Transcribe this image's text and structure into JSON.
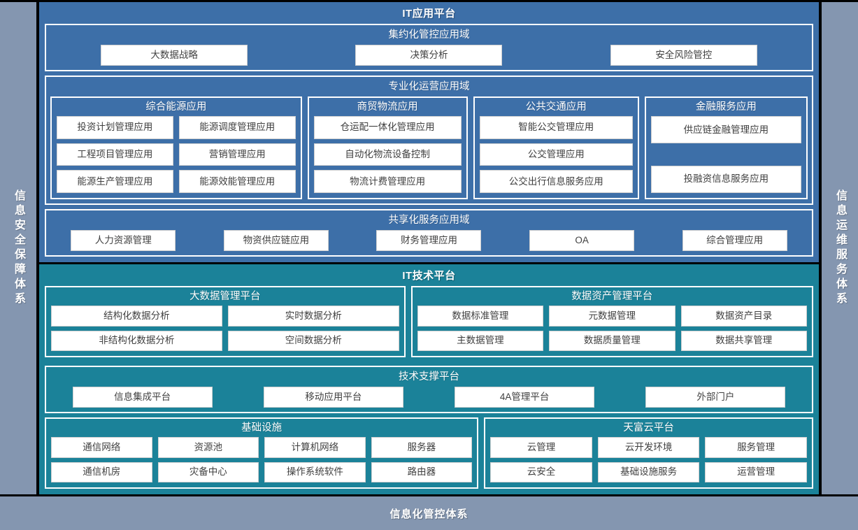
{
  "left_rail": {
    "label": "信息安全保障体系"
  },
  "right_rail": {
    "label": "信息运维服务体系"
  },
  "bottom_banner": {
    "label": "信息化管控体系"
  },
  "colors": {
    "page_background": "#8496b0",
    "application_platform": "#3d6fa8",
    "technology_platform": "#1b8299",
    "chip_background": "#ffffff",
    "chip_text": "#404040",
    "border": "#ffffff",
    "outline": "#000000"
  },
  "application_platform": {
    "title": "IT应用平台",
    "domains": [
      {
        "title": "集约化管控应用域",
        "items": [
          "大数据战略",
          "决策分析",
          "安全风险管控"
        ]
      },
      {
        "title": "专业化运营应用域",
        "groups": [
          {
            "title": "综合能源应用",
            "columns": 2,
            "items": [
              "投资计划管理应用",
              "能源调度管理应用",
              "工程项目管理应用",
              "营销管理应用",
              "能源生产管理应用",
              "能源效能管理应用"
            ]
          },
          {
            "title": "商贸物流应用",
            "columns": 1,
            "items": [
              "仓运配一体化管理应用",
              "自动化物流设备控制",
              "物流计费管理应用"
            ]
          },
          {
            "title": "公共交通应用",
            "columns": 1,
            "items": [
              "智能公交管理应用",
              "公交管理应用",
              "公交出行信息服务应用"
            ]
          },
          {
            "title": "金融服务应用",
            "columns": 1,
            "items": [
              "供应链金融管理应用",
              "",
              "投融资信息服务应用"
            ]
          }
        ]
      },
      {
        "title": "共享化服务应用域",
        "items": [
          "人力资源管理",
          "物资供应链应用",
          "财务管理应用",
          "OA",
          "综合管理应用"
        ]
      }
    ]
  },
  "technology_platform": {
    "title": "IT技术平台",
    "domains": [
      {
        "groups": [
          {
            "title": "大数据管理平台",
            "columns": 2,
            "items": [
              "结构化数据分析",
              "实时数据分析",
              "非结构化数据分析",
              "空间数据分析"
            ]
          },
          {
            "title": "数据资产管理平台",
            "columns": 3,
            "items": [
              "数据标准管理",
              "元数据管理",
              "数据资产目录",
              "主数据管理",
              "数据质量管理",
              "数据共享管理"
            ]
          }
        ]
      },
      {
        "title": "技术支撑平台",
        "items": [
          "信息集成平台",
          "移动应用平台",
          "4A管理平台",
          "外部门户"
        ]
      },
      {
        "groups": [
          {
            "title": "基础设施",
            "columns": 4,
            "items": [
              "通信网络",
              "资源池",
              "计算机网络",
              "服务器",
              "通信机房",
              "灾备中心",
              "操作系统软件",
              "路由器"
            ]
          },
          {
            "title": "天富云平台",
            "columns": 3,
            "items": [
              "云管理",
              "云开发环境",
              "服务管理",
              "云安全",
              "基础设施服务",
              "运营管理"
            ]
          }
        ]
      }
    ]
  }
}
